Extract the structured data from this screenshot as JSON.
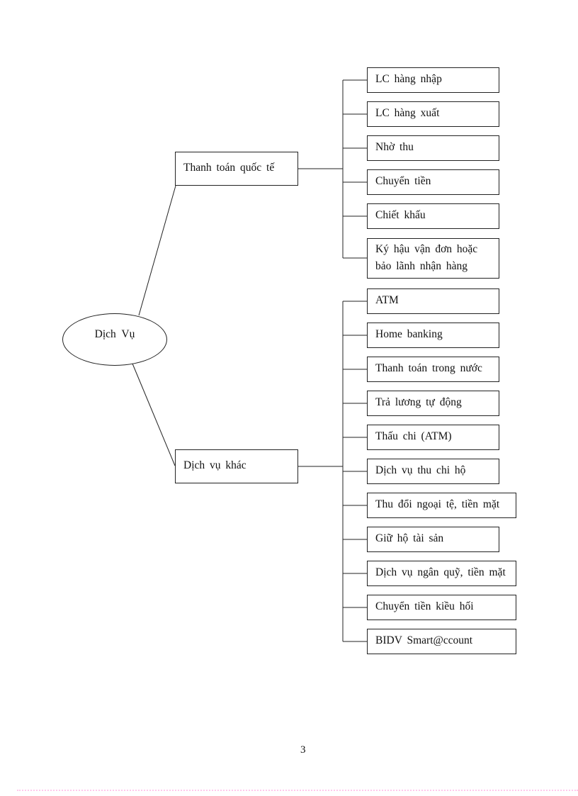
{
  "page": {
    "number": "3"
  },
  "colors": {
    "line": "#222222",
    "footer_dots": "#ffc9ec",
    "background": "#ffffff"
  },
  "diagram": {
    "root": {
      "label": "Dịch Vụ"
    },
    "branches": [
      {
        "label": "Thanh toán quốc tế",
        "children": [
          "LC hàng nhập",
          "LC hàng xuất",
          "Nhờ thu",
          "Chuyển tiền",
          "Chiết khấu",
          "Ký hậu vận đơn hoặc bảo lãnh nhận hàng"
        ]
      },
      {
        "label": "Dịch vụ khác",
        "children": [
          "ATM",
          "Home banking",
          "Thanh toán trong nước",
          "Trả lương tự động",
          "Thấu chi (ATM)",
          "Dịch vụ thu chi hộ",
          "Thu đổi ngoại tệ, tiền mặt",
          "Giữ hộ tài sản",
          "Dịch vụ ngân quỹ, tiền mặt",
          "Chuyển tiền kiều hối",
          "BIDV Smart@ccount"
        ]
      }
    ]
  }
}
